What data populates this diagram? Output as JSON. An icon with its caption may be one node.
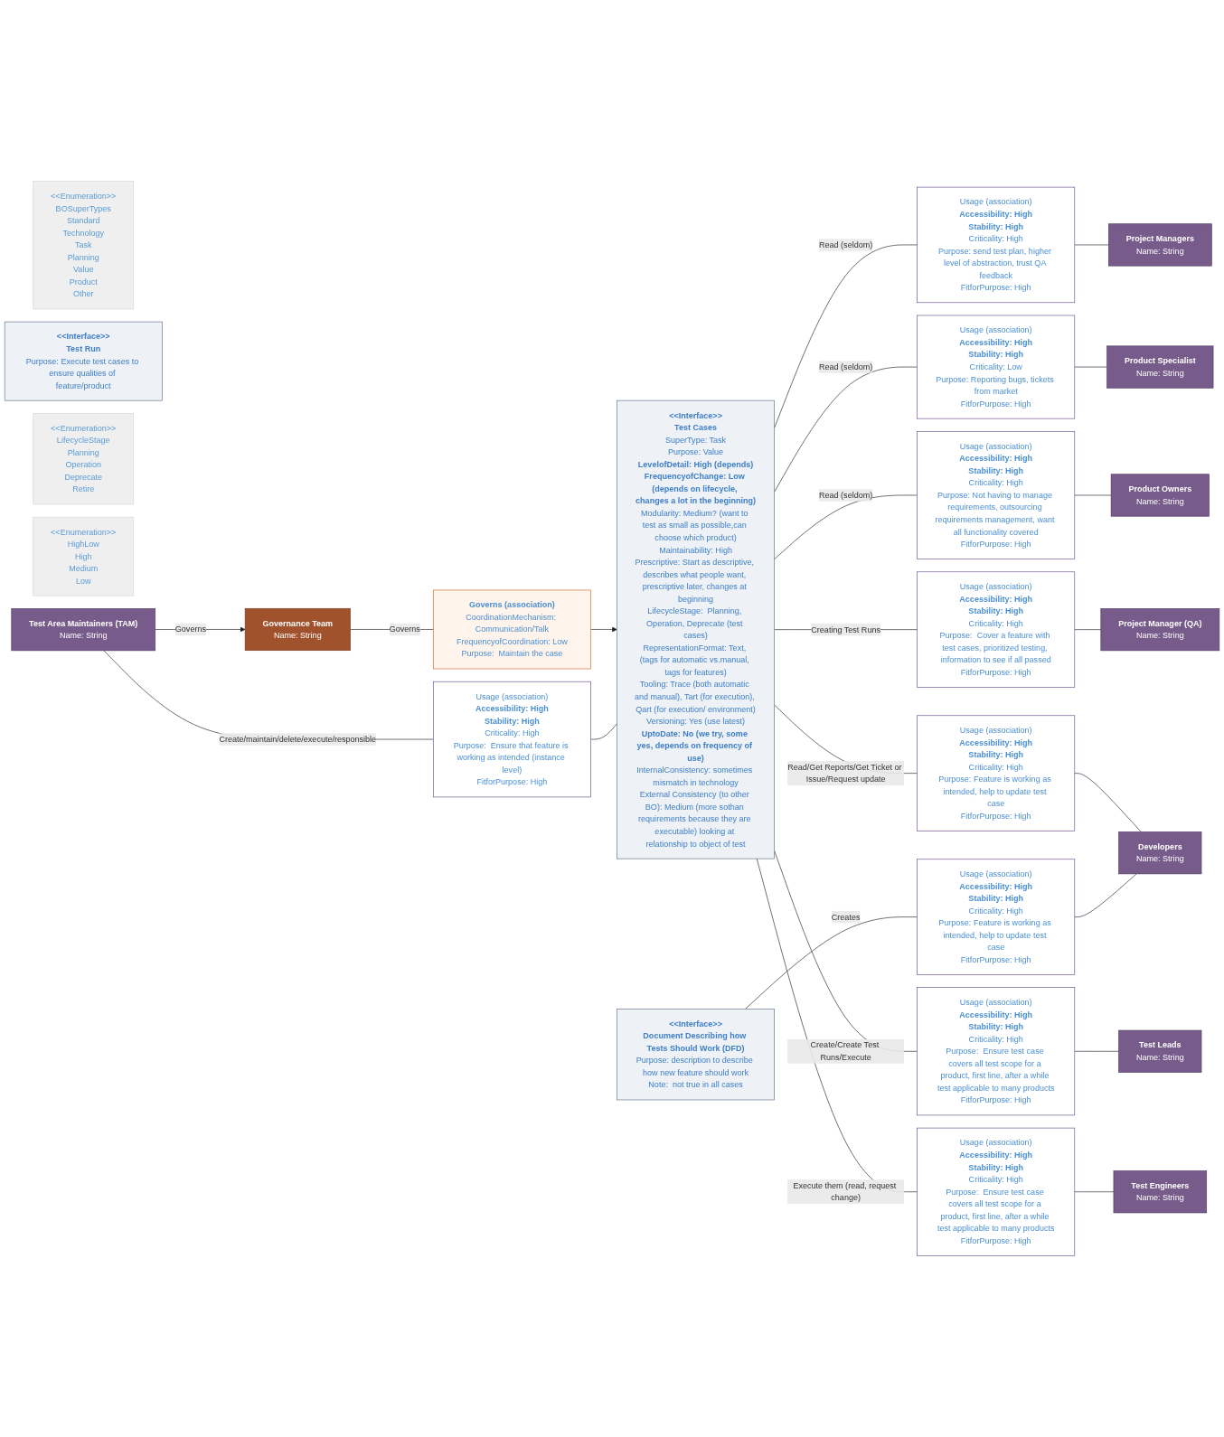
{
  "diagram": {
    "nodes": [
      {
        "text": [
          "Usage (association)",
          "Accessibility: High",
          "Stability: High",
          "Criticality: High",
          "Purpose: Feature is working as intended, help to update test case",
          "FitforPurpose: High"
        ]
      },
      {
        "text": [
          "Usage (association)",
          "Accessibility: High",
          "Stability: High",
          "Criticality: High",
          "Purpose: send test plan, higher level of abstraction, trust QA feedback",
          "FitforPurpose: High"
        ]
      },
      {
        "text": [
          "Project Managers",
          "Name: String"
        ]
      },
      {
        "text": [
          "Usage (association)",
          "Accessibility: High",
          "Stability: High",
          "Criticality: Low",
          "Purpose: Reporting bugs, tickets from market",
          "FitforPurpose: High"
        ]
      },
      {
        "text": [
          "Product Specialist",
          "Name: String"
        ]
      },
      {
        "text": [
          "Usage (association)",
          "Accessibility: High",
          "Stability: High",
          "Criticality: High",
          "Purpose: Not having to manage requirements, outsourcing requirements management, want all functionality covered",
          "FitforPurpose: High"
        ]
      },
      {
        "text": [
          "Product Owners",
          "Name: String"
        ]
      },
      {
        "text": [
          "Usage (association)",
          "Accessibility: High",
          "Stability: High",
          "Criticality: High",
          "Purpose: Feature is working as intended, help to update test case",
          "FitforPurpose: High"
        ]
      },
      {
        "text": [
          "Developers",
          "Name: String"
        ]
      },
      {
        "text": [
          "<<Enumeration>>",
          "BOSuperTypes",
          "Standard",
          "Technology",
          "Task",
          "Planning",
          "Value",
          "Product",
          "Other"
        ]
      },
      {
        "text": [
          "<<Interface>>",
          "Document Describing how Tests Should Work (DFD)",
          "Purpose: description to describe how new feature should work",
          "Note:  not true in all cases"
        ]
      },
      {
        "text": [
          "<<Interface>>",
          "Test Cases",
          "SuperType: Task",
          "Purpose: Value",
          "LevelofDetail: High (depends)",
          "FrequencyofChange: Low (depends on lifecycle, changes a lot in the beginning)",
          "Modularity: Medium? (want to test as small as possible,can choose which product)",
          "Maintainability: High",
          "Prescriptive: Start as descriptive, describes what people want, prescriptive later, changes at beginning",
          "LifecycleStage:  Planning, Operation, Deprecate (test cases)",
          "RepresentationFormat: Text, (tags for automatic vs.manual, tags for features)",
          "Tooling: Trace (both automatic and manual), Tart (for execution), Qart (for execution/ environment)",
          "Versioning: Yes (use latest)",
          "UptoDate: No (we try, some yes, depends on frequency of use)",
          "InternalConsistency: sometimes mismatch in technology",
          "External Consistency (to other BO): Medium (more sothan requirements because they are executable) looking at relationship to object of test"
        ]
      },
      {
        "text": [
          "Usage (association)",
          "Accessibility: High",
          "Stability: High",
          "Criticality: High",
          "Purpose:  Cover a feature with test cases, prioritized testing, information to see if all passed",
          "FitforPurpose: High"
        ]
      },
      {
        "text": [
          "Project Manager (QA)",
          "Name: String"
        ]
      },
      {
        "text": [
          "<<Interface>>",
          "Test Run",
          "Purpose: Execute test cases to ensure qualities of feature/product"
        ]
      },
      {
        "text": [
          "<<Enumeration>>",
          "LifecycleStage",
          "Planning",
          "Operation",
          "Deprecate",
          "Retire"
        ]
      },
      {
        "text": [
          "Usage (association)",
          "Accessibility: High",
          "Stability: High",
          "Criticality: High",
          "Purpose:  Ensure test case covers all test scope for a product, first line, after a while test applicable to many products",
          "FitforPurpose: High"
        ]
      },
      {
        "text": [
          "Test Leads",
          "Name: String"
        ]
      },
      {
        "text": [
          "<<Enumeration>>",
          "HighLow",
          "High",
          "Medium",
          "Low"
        ]
      },
      {
        "text": [
          "Usage (association)",
          "Accessibility: High",
          "Stability: High",
          "Criticality: High",
          "Purpose:  Ensure test case covers all test scope for a product, first line, after a while test applicable to many products",
          "FitforPurpose: High"
        ]
      },
      {
        "text": [
          "Test Engineers",
          "Name: String"
        ]
      },
      {
        "text": [
          "Governs (association)",
          "CoordinationMechanism: Communication/Talk",
          "FrequencyofCoordination: Low",
          "Purpose:  Maintain the case"
        ]
      },
      {
        "text": [
          "Test Area Maintainers (TAM)",
          "Name: String"
        ]
      },
      {
        "text": [
          "Usage (association)",
          "Accessibility: High",
          "Stability: High",
          "Criticality: High",
          "Purpose:  Ensure that feature is working as intended (instance level)",
          "FitforPurpose: High"
        ]
      },
      {
        "text": [
          "Governance Team",
          "Name: String"
        ]
      }
    ],
    "edges": [
      {
        "from": 10,
        "to": 0,
        "label": "Creates",
        "arrow": "none"
      },
      {
        "from": 0,
        "to": 8,
        "arrow": "none"
      },
      {
        "from": 11,
        "to": 1,
        "label": "Read (seldom)",
        "arrow": "none"
      },
      {
        "from": 1,
        "to": 2,
        "arrow": "none"
      },
      {
        "from": 11,
        "to": 3,
        "label": "Read (seldom)",
        "arrow": "none"
      },
      {
        "from": 3,
        "to": 4,
        "arrow": "none"
      },
      {
        "from": 11,
        "to": 5,
        "label": "Read (seldom)",
        "arrow": "none"
      },
      {
        "from": 5,
        "to": 6,
        "arrow": "none"
      },
      {
        "from": 11,
        "to": 7,
        "label": "Read/Get Reports/Get Ticket or Issue/Request update",
        "arrow": "none"
      },
      {
        "from": 7,
        "to": 8,
        "arrow": "none"
      },
      {
        "from": 11,
        "to": 12,
        "label": "Creating Test Runs",
        "arrow": "none"
      },
      {
        "from": 12,
        "to": 13,
        "arrow": "none"
      },
      {
        "from": 11,
        "to": 16,
        "label": "Create/Create Test Runs/Execute",
        "arrow": "none"
      },
      {
        "from": 16,
        "to": 17,
        "arrow": "none"
      },
      {
        "from": 11,
        "to": 19,
        "label": "Execute them (read, request change)",
        "arrow": "none"
      },
      {
        "from": 19,
        "to": 20,
        "arrow": "none"
      },
      {
        "from": 22,
        "to": 23,
        "label": "Create/maintain/delete/execute/responsible",
        "arrow": "none"
      },
      {
        "from": 23,
        "to": 11,
        "arrow": "none"
      },
      {
        "from": 24,
        "to": 21,
        "label": "Governs",
        "arrow": "none"
      },
      {
        "from": 21,
        "to": 11,
        "arrow": "to"
      },
      {
        "from": 22,
        "to": 24,
        "label": "Governs",
        "arrow": "to"
      }
    ]
  }
}
